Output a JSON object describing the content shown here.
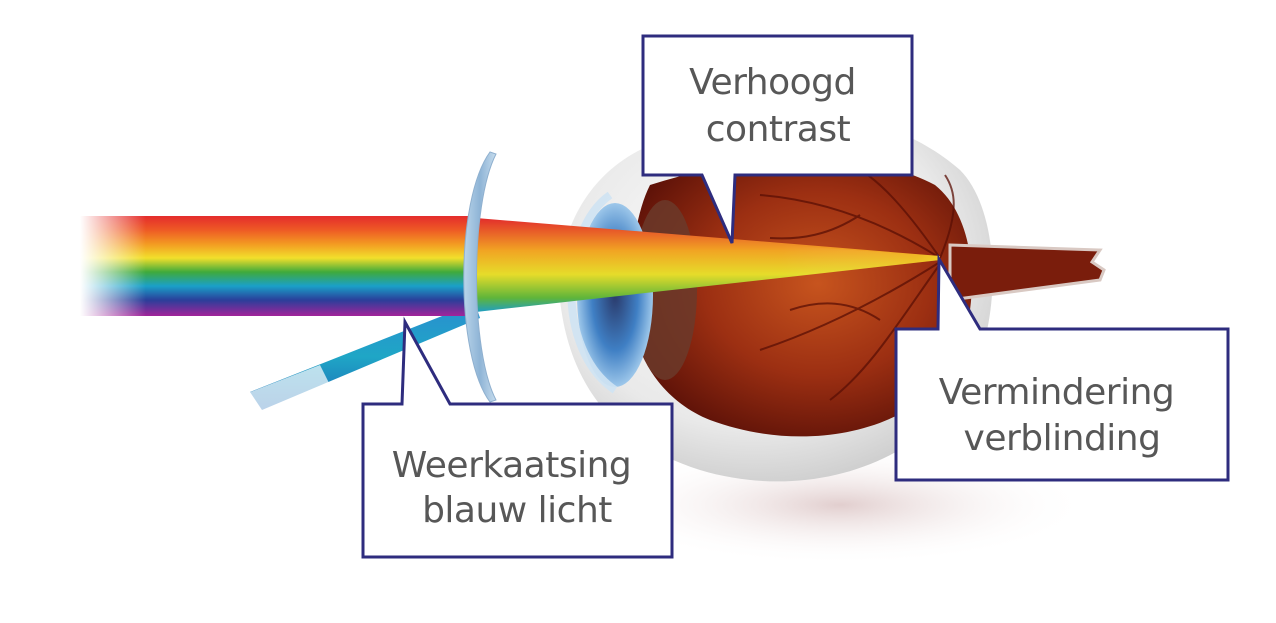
{
  "callouts": {
    "contrast": {
      "line1": "Verhoogd",
      "line2": "contrast"
    },
    "glare": {
      "line1": "Vermindering",
      "line2": "verblinding"
    },
    "blue_light": {
      "line1": "Weerkaatsing",
      "line2": "blauw licht"
    }
  },
  "colors": {
    "callout_border": "#2e2c7e",
    "callout_text": "#575757",
    "spectrum": [
      "#ffffff",
      "#e63030",
      "#f08a22",
      "#f3e22b",
      "#43ad3c",
      "#1aa0c8",
      "#253f9c",
      "#a0249b"
    ],
    "reflected_ray": "#1d9fcb",
    "eye_interior": "#8f2411",
    "sclera": "#ececec"
  }
}
